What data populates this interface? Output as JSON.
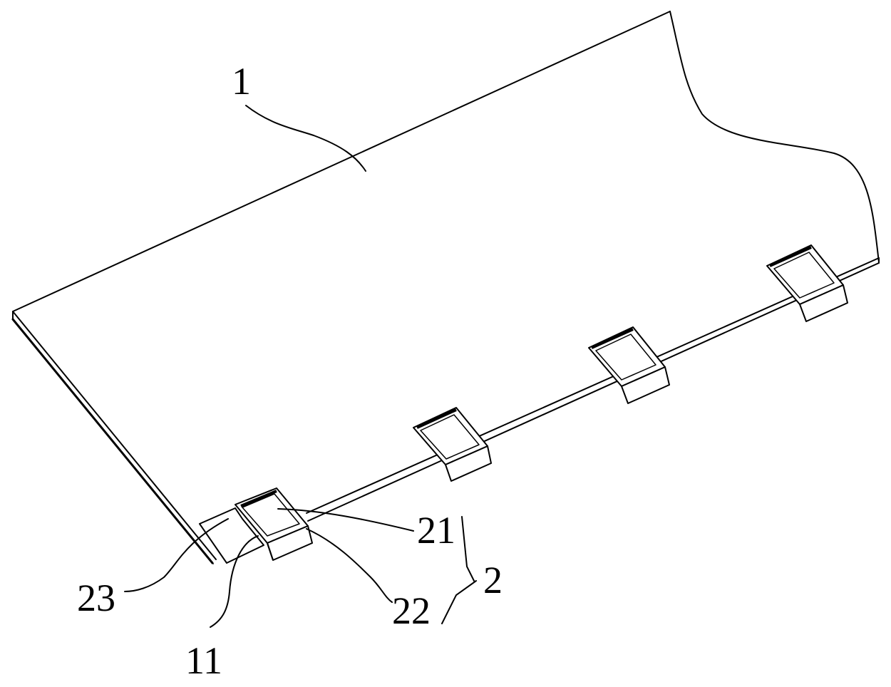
{
  "figure": {
    "labels": {
      "panel": "1",
      "notch": "11",
      "clip_assembly": "2",
      "clip_top": "21",
      "clip_front": "22",
      "clip_base": "23"
    },
    "colors": {
      "line": "#000000",
      "background": "#ffffff"
    }
  }
}
